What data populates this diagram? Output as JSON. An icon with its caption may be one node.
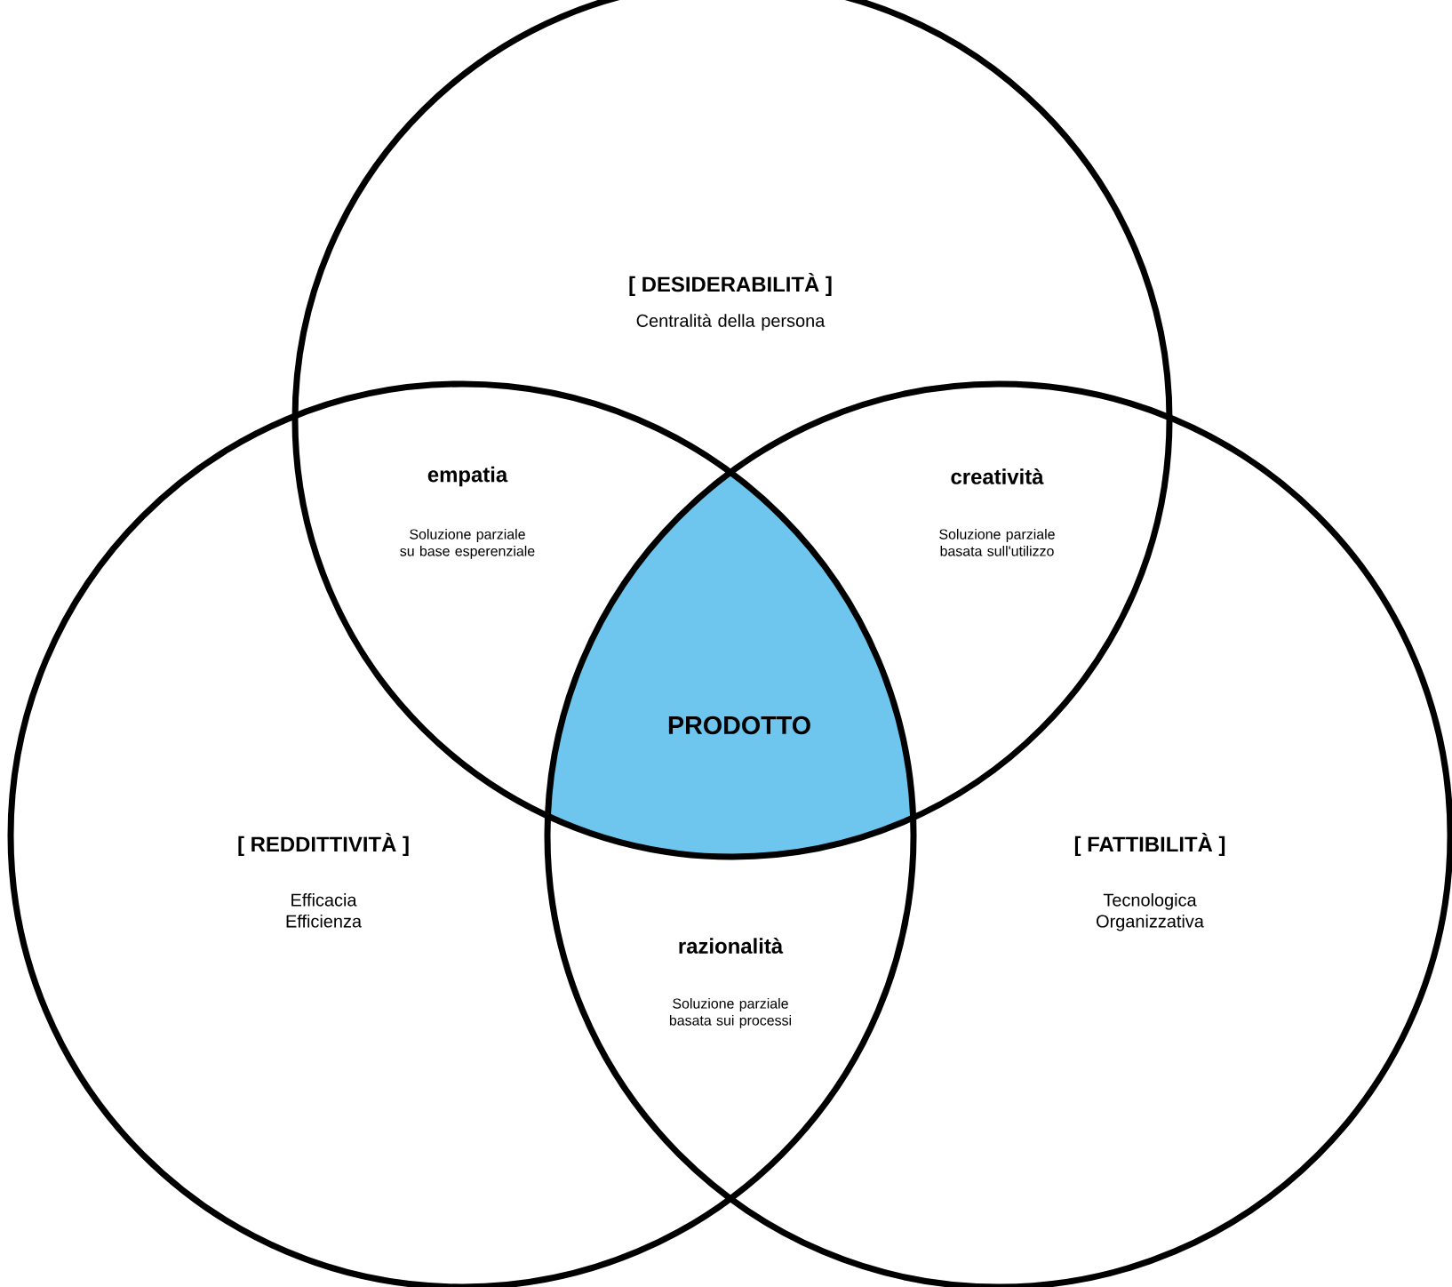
{
  "diagram": {
    "nodes": [
      {
        "text": [
          "[ DESIDERABILITÀ ]",
          "Centralità della persona"
        ]
      },
      {
        "text": [
          "[ REDDITTIVITÀ ]",
          "Efficacia Efficienza"
        ]
      },
      {
        "text": [
          "[ FATTIBILITÀ ]",
          "Tecnologica Organizzativa"
        ]
      },
      {
        "text": [
          "PRODOTTO"
        ]
      }
    ],
    "labels": [
      "empatia",
      "Soluzione parziale su base esperenziale",
      "creatività",
      "Soluzione parziale basata sull'utilizzo",
      "razionalità",
      "Soluzione parziale basata sui processi"
    ]
  }
}
